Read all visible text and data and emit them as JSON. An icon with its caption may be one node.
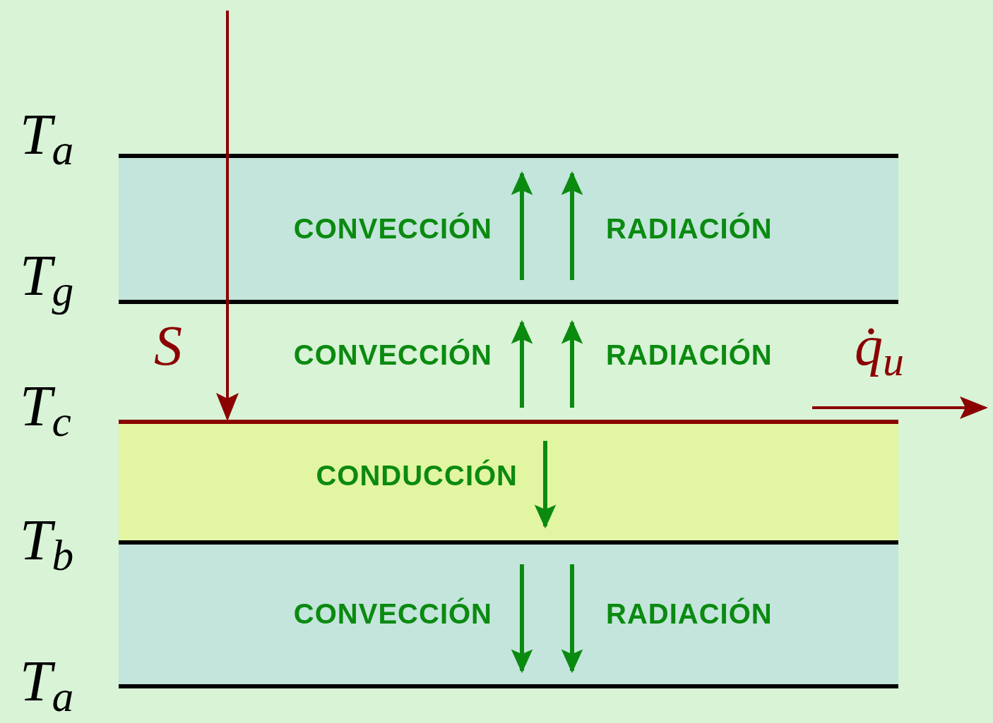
{
  "diagram": {
    "nodes": [
      {
        "text": [
          "CONVECCIÓN",
          "RADIACIÓN"
        ]
      },
      {
        "text": [
          "CONDUCCIÓN"
        ]
      },
      {
        "text": [
          "CONVECCIÓN",
          "RADIACIÓN"
        ]
      },
      {
        "text": [],
        "shape": "bar"
      }
    ],
    "edges": [
      {
        "from": null,
        "to": 3,
        "arrow": "to",
        "label": "S"
      },
      {
        "from": 3,
        "to": null,
        "arrow": "to",
        "label": "q̇$_{u}$"
      }
    ],
    "labels": [
      "T$_{a}$",
      "T$_{g}$",
      "CONVECCIÓN",
      "RADIACIÓN",
      "T$_{c}$",
      "T$_{b}$",
      "T$_{a}$"
    ]
  }
}
